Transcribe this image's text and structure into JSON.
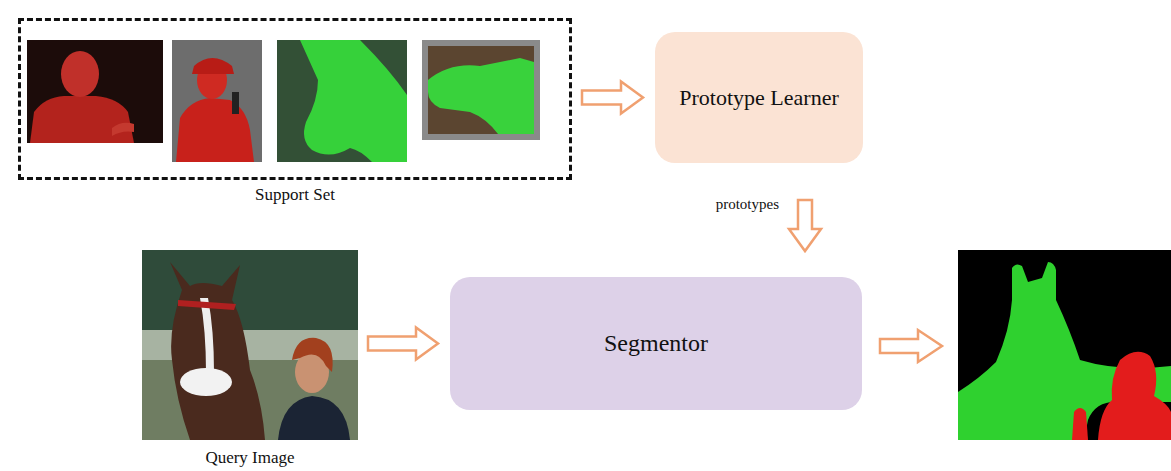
{
  "diagram": {
    "nodes": [
      {
        "text": [
          "Support Set"
        ]
      },
      {
        "text": [
          "Prototype Learner"
        ]
      },
      {
        "text": [
          "Query Image"
        ]
      },
      {
        "text": [
          "Segmentor"
        ]
      }
    ],
    "edges": [
      {
        "from": 0,
        "to": 1,
        "arrow": "to"
      },
      {
        "from": 1,
        "to": 3,
        "label": "prototypes",
        "arrow": "to"
      },
      {
        "from": 2,
        "to": 3,
        "arrow": "to"
      }
    ]
  }
}
